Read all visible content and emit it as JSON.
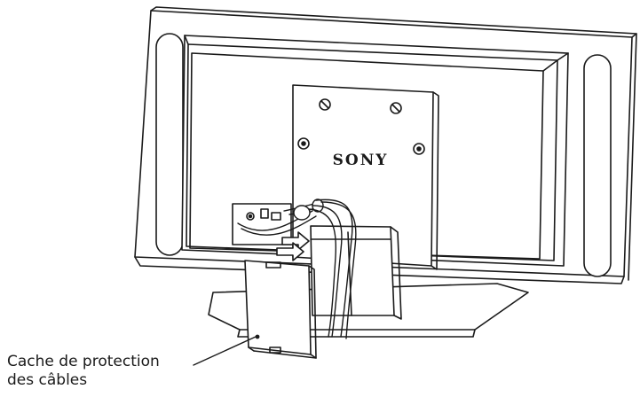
{
  "diagram": {
    "brand_label": "SONY",
    "callout": {
      "line1": "Cache de protection",
      "line2": "des câbles"
    },
    "colors": {
      "line": "#1a1a1a",
      "fill": "#ffffff"
    }
  }
}
